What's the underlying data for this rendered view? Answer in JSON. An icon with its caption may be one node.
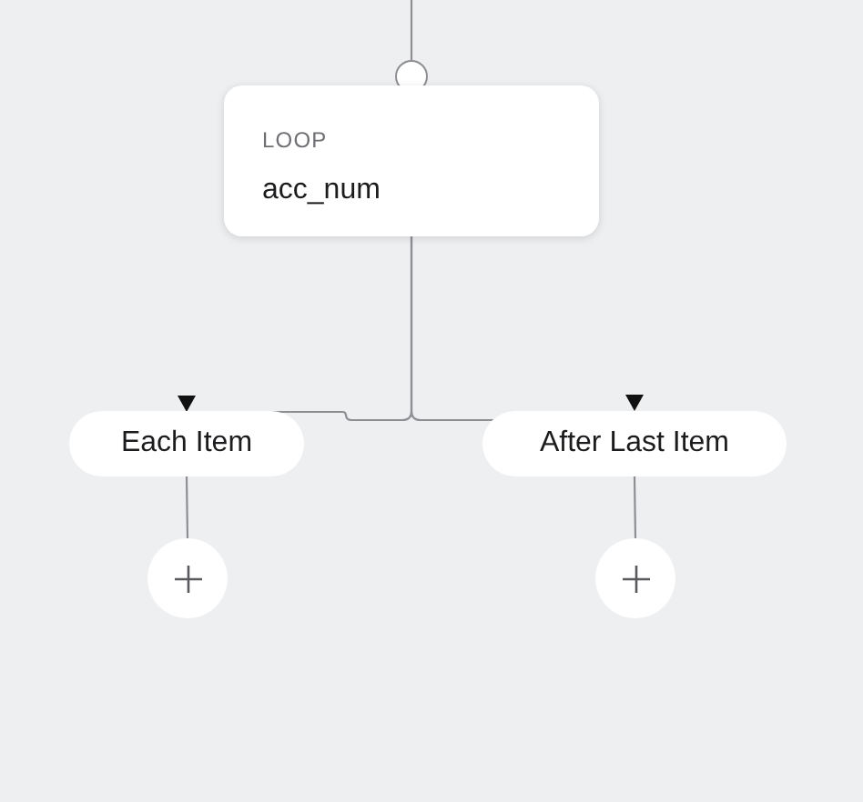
{
  "diagram": {
    "nodes": [
      {
        "text": [
          "LOOP",
          "acc_num"
        ]
      },
      {
        "text": [
          "Each Item"
        ]
      },
      {
        "text": [
          "After Last Item"
        ]
      },
      {
        "text": [],
        "shape": "circle"
      },
      {
        "text": [],
        "shape": "circle"
      }
    ],
    "edges": [
      {
        "from": null,
        "to": 0,
        "arrow": "other"
      },
      {
        "from": 0,
        "to": 1,
        "arrow": "to"
      },
      {
        "from": 0,
        "to": 2,
        "arrow": "to"
      },
      {
        "from": 1,
        "to": 3,
        "arrow": "none"
      },
      {
        "from": 2,
        "to": 4,
        "arrow": "none"
      }
    ]
  }
}
